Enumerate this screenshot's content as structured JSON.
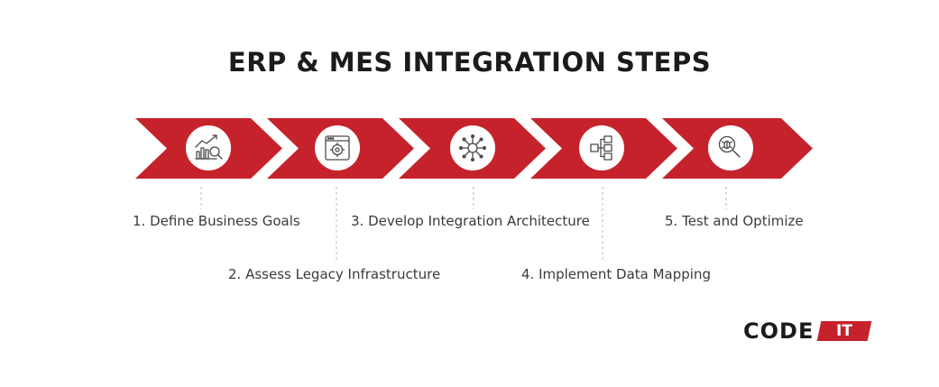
{
  "title": "ERP & MES INTEGRATION STEPS",
  "colors": {
    "arrow": "#c6222c",
    "icon": "#4a4a4a",
    "connector": "#c8c8c8",
    "text": "#3a3a3a"
  },
  "steps": [
    {
      "label": "1. Define Business Goals",
      "icon": "growth-chart-magnifier-icon"
    },
    {
      "label": "2. Assess Legacy Infrastructure",
      "icon": "browser-gear-icon"
    },
    {
      "label": "3. Develop Integration Architecture",
      "icon": "network-hub-icon"
    },
    {
      "label": "4. Implement Data Mapping",
      "icon": "flowchart-icon"
    },
    {
      "label": "5. Test and Optimize",
      "icon": "bug-search-icon"
    }
  ],
  "logo": {
    "code": "CODE",
    "it": "IT"
  }
}
